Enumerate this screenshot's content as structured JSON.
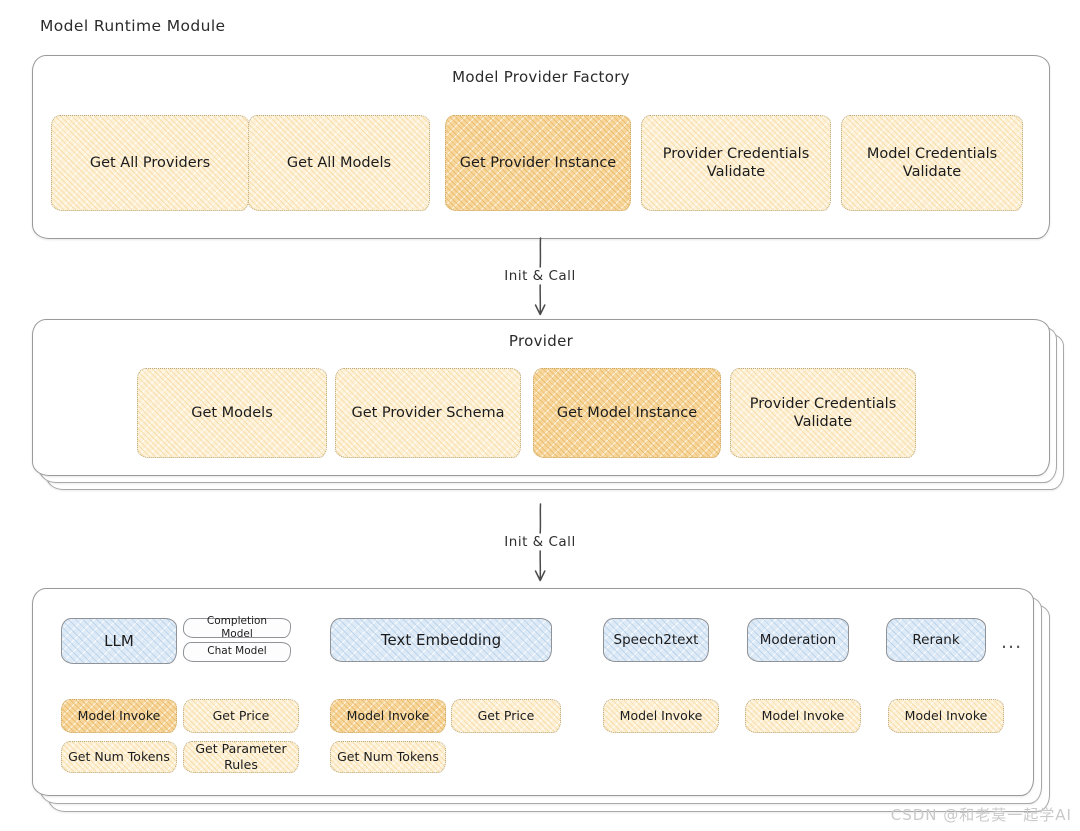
{
  "title": "Model Runtime Module",
  "watermark": "CSDN @和老莫一起学AI",
  "colors": {
    "amber_light": "#fdf1d8",
    "amber_highlight": "#f7d79c",
    "blue": "#dfeaf7",
    "border_gray": "#9a9a9a",
    "text": "#1c1c1c"
  },
  "sections": {
    "factory": {
      "title": "Model Provider Factory",
      "nodes": [
        {
          "label": "Get All Providers",
          "highlight": false
        },
        {
          "label": "Get All Models",
          "highlight": false
        },
        {
          "label": "Get Provider Instance",
          "highlight": true
        },
        {
          "label": "Provider Credentials Validate",
          "highlight": false
        },
        {
          "label": "Model Credentials Validate",
          "highlight": false
        }
      ]
    },
    "provider": {
      "title": "Provider",
      "stacked": true,
      "nodes": [
        {
          "label": "Get Models",
          "highlight": false
        },
        {
          "label": "Get Provider Schema",
          "highlight": false
        },
        {
          "label": "Get Model Instance",
          "highlight": true
        },
        {
          "label": "Provider Credentials Validate",
          "highlight": false
        }
      ]
    },
    "models": {
      "stacked": true,
      "overflow_indicator": "...",
      "columns": [
        {
          "type": {
            "label": "LLM",
            "style": "blue"
          },
          "subtypes": [
            "Completion Model",
            "Chat Model"
          ],
          "operations": [
            {
              "label": "Model Invoke",
              "highlight": true
            },
            {
              "label": "Get Price",
              "highlight": false
            },
            {
              "label": "Get Num Tokens",
              "highlight": false
            },
            {
              "label": "Get Parameter Rules",
              "highlight": false
            }
          ]
        },
        {
          "type": {
            "label": "Text Embedding",
            "style": "blue"
          },
          "subtypes": [],
          "operations": [
            {
              "label": "Model Invoke",
              "highlight": true
            },
            {
              "label": "Get Price",
              "highlight": false
            },
            {
              "label": "Get Num Tokens",
              "highlight": false
            }
          ]
        },
        {
          "type": {
            "label": "Speech2text",
            "style": "blue"
          },
          "subtypes": [],
          "operations": [
            {
              "label": "Model Invoke",
              "highlight": false
            }
          ]
        },
        {
          "type": {
            "label": "Moderation",
            "style": "blue"
          },
          "subtypes": [],
          "operations": [
            {
              "label": "Model Invoke",
              "highlight": false
            }
          ]
        },
        {
          "type": {
            "label": "Rerank",
            "style": "blue"
          },
          "subtypes": [],
          "operations": [
            {
              "label": "Model Invoke",
              "highlight": false
            }
          ]
        }
      ]
    }
  },
  "connectors": [
    {
      "label": "Init & Call"
    },
    {
      "label": "Init & Call"
    }
  ]
}
